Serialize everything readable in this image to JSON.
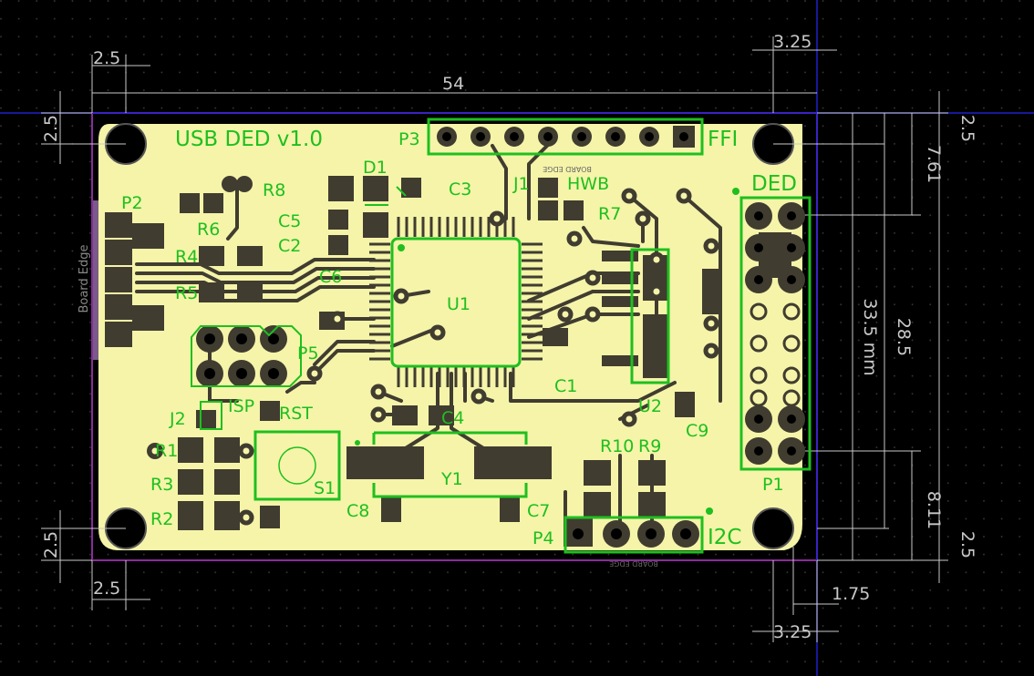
{
  "board": {
    "title": "USB DED v1.0",
    "colors": {
      "background": "#000000",
      "board_fill": "#f5f4a9",
      "copper": "#403c30",
      "silkscreen": "#1fbf1f",
      "dimension": "#c8c8c8",
      "origin_line": "#1f1fcf",
      "outline": "#8a2c9a"
    }
  },
  "dimensions": {
    "top_left_offset": "2.5",
    "width": "54",
    "left_top_offset": "2.5",
    "right_top_offset": "3.25",
    "right_top_small": "2.5",
    "right_7_61": "7.61",
    "height": "33.5 mm",
    "right_28_5": "28.5",
    "right_8_11": "8.11",
    "right_bottom_small": "2.5",
    "left_bottom_offset": "2.5",
    "bottom_left_offset": "2.5",
    "bottom_1_75": "1.75",
    "bottom_3_25": "3.25"
  },
  "edge_labels": {
    "left": "Board Edge",
    "top_small": "BOARD EDGE",
    "bottom_small": "BOARD EDGE"
  },
  "labels": {
    "P3": "P3",
    "FFI": "FFI",
    "D1": "D1",
    "C3": "C3",
    "J1": "J1",
    "HWB": "HWB",
    "R8": "R8",
    "C5": "C5",
    "C2": "C2",
    "R6": "R6",
    "R4": "R4",
    "R5": "R5",
    "C6": "C6",
    "P2": "P2",
    "R7": "R7",
    "DED": "DED",
    "U1": "U1",
    "P5": "P5",
    "ISP": "ISP",
    "J2": "J2",
    "RST": "RST",
    "C1": "C1",
    "U2": "U2",
    "C4": "C4",
    "C9": "C9",
    "R1": "R1",
    "R3": "R3",
    "R2": "R2",
    "S1": "S1",
    "Y1": "Y1",
    "C8": "C8",
    "C7": "C7",
    "R10": "R10",
    "R9": "R9",
    "P1": "P1",
    "P4": "P4",
    "I2C": "I2C"
  }
}
